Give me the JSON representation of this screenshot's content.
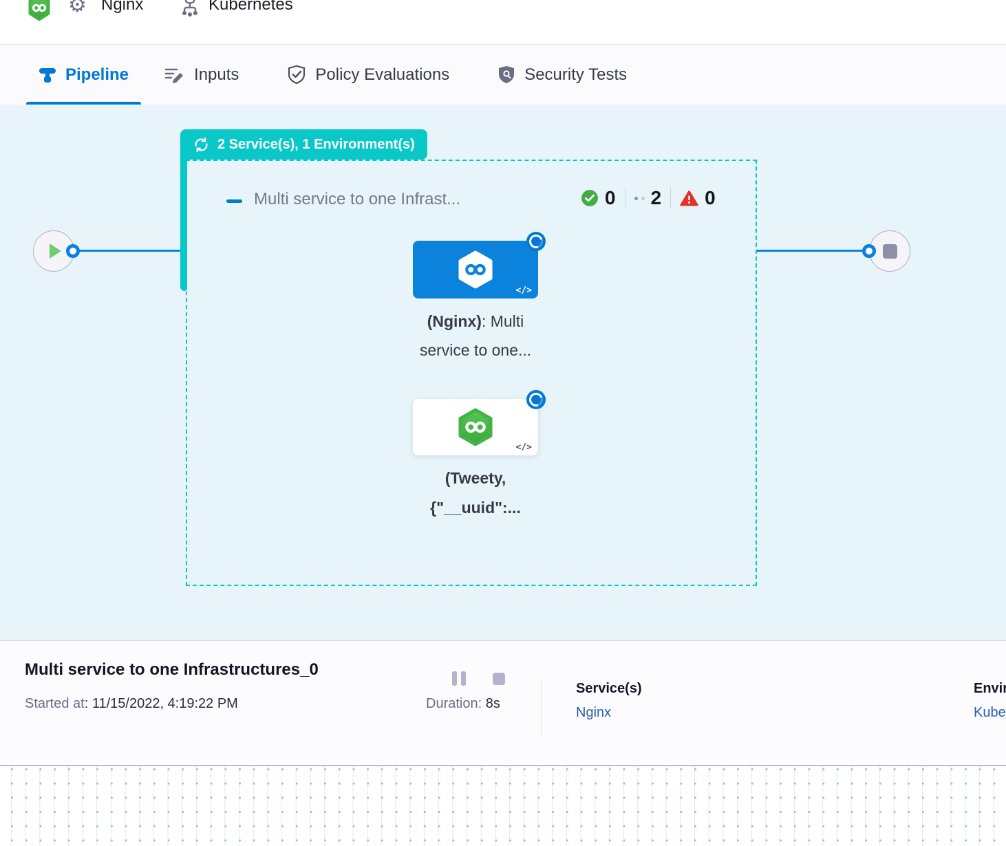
{
  "topbar": {
    "service_label": "Nginx",
    "environment_label": "Kubernetes"
  },
  "tabs": [
    {
      "label": "Pipeline",
      "active": true
    },
    {
      "label": "Inputs",
      "active": false
    },
    {
      "label": "Policy Evaluations",
      "active": false
    },
    {
      "label": "Security Tests",
      "active": false
    }
  ],
  "canvas": {
    "group_badge_label": "2 Service(s), 1 Environment(s)",
    "stage": {
      "title": "Multi service to one Infrast...",
      "counts": {
        "success": "0",
        "pending": "2",
        "failed": "0"
      },
      "nodes": [
        {
          "name_bold": "(Nginx)",
          "name_rest": ": Multi",
          "line2": "service to one...",
          "code_icon": "</>"
        },
        {
          "line1": "(Tweety,",
          "line2": "{\"__uuid\":...",
          "code_icon": "</>"
        }
      ]
    }
  },
  "footer": {
    "title": "Multi service to one Infrastructures_0",
    "started_label": "Started at",
    "started_value": ": 11/15/2022, 4:19:22 PM",
    "duration_label": "Duration: ",
    "duration_value": "8s",
    "services_label": "Service(s)",
    "services_value": "Nginx",
    "environments_label": "Environment(s)",
    "environments_value": "Kubernetes"
  },
  "colors": {
    "teal_badge": "#0BC8C8",
    "primary_blue": "#0278D5",
    "node_blue": "#0B82DC",
    "canvas_bg": "#E7F4FA",
    "success_green": "#42AB45",
    "error_red": "#E43326",
    "link_blue": "#2A5FA5",
    "logo_green": "#42AB45"
  }
}
